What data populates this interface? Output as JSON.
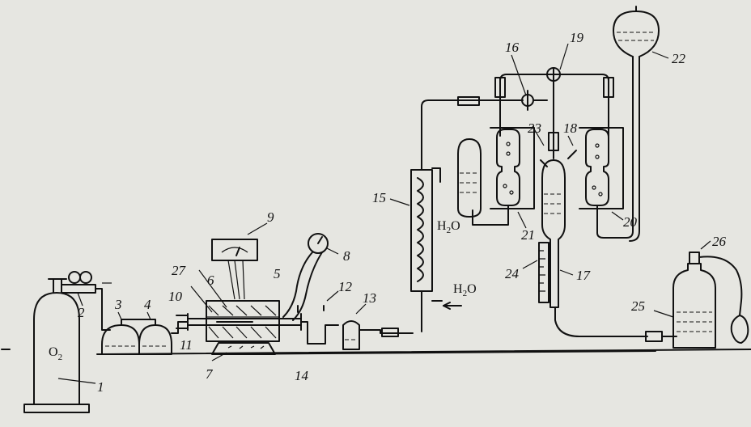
{
  "diagram": {
    "background_color": "#e6e6e1",
    "ink_color": "#111111",
    "labels": {
      "n1": "1",
      "n2": "2",
      "n3": "3",
      "n4": "4",
      "n5": "5",
      "n6": "6",
      "n7": "7",
      "n8": "8",
      "n9": "9",
      "n10": "10",
      "n11": "11",
      "n12": "12",
      "n13": "13",
      "n14": "14",
      "n15": "15",
      "n16": "16",
      "n17": "17",
      "n18": "18",
      "n19": "19",
      "n20": "20",
      "n21": "21",
      "n22": "22",
      "n23": "23",
      "n24": "24",
      "n25": "25",
      "n26": "26",
      "n27": "27"
    },
    "chemicals": {
      "oxygen": "O",
      "oxygen_sub": "2",
      "water_inlet": "H",
      "water_inlet_sub": "2",
      "water_inlet_o": "O",
      "water_vessel": "H",
      "water_vessel_sub": "2",
      "water_vessel_o": "O"
    }
  }
}
